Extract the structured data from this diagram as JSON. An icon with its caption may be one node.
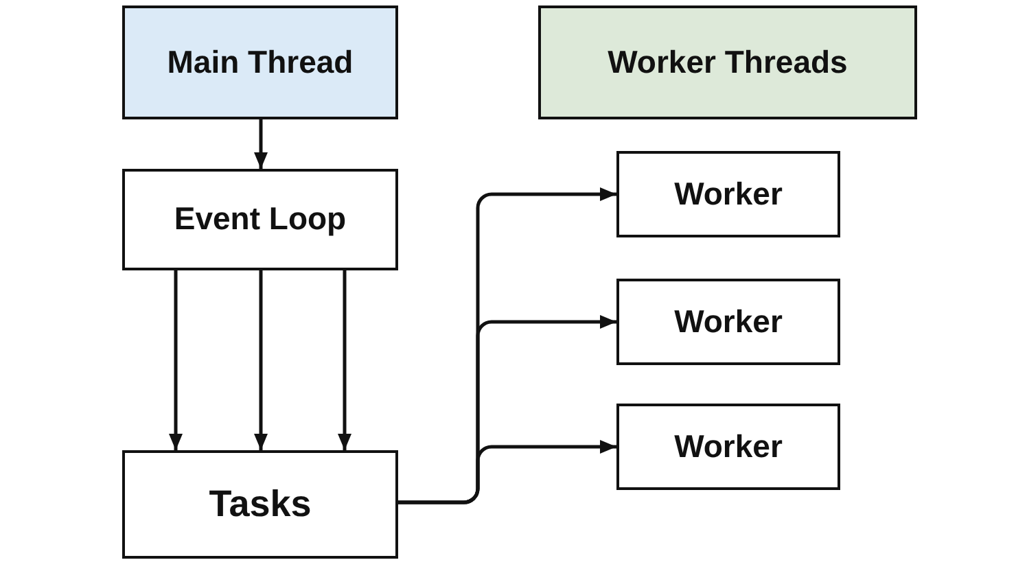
{
  "diagram": {
    "nodes": [
      {
        "text": [
          "Main Thread"
        ]
      },
      {
        "text": [
          "Worker Threads"
        ]
      },
      {
        "text": [
          "Event Loop"
        ]
      },
      {
        "text": [
          "Worker"
        ]
      },
      {
        "text": [
          "Worker"
        ]
      },
      {
        "text": [
          "Worker"
        ]
      },
      {
        "text": [
          "Tasks"
        ]
      }
    ],
    "edges": [
      {
        "from": 0,
        "to": 2,
        "arrow": "to"
      },
      {
        "from": 2,
        "to": 6,
        "arrow": "to"
      },
      {
        "from": 2,
        "to": 6,
        "arrow": "to"
      },
      {
        "from": 2,
        "to": 6,
        "arrow": "to"
      },
      {
        "from": 6,
        "to": 3,
        "arrow": "to"
      },
      {
        "from": 6,
        "to": 4,
        "arrow": "to"
      },
      {
        "from": 6,
        "to": 5,
        "arrow": "to"
      }
    ]
  }
}
